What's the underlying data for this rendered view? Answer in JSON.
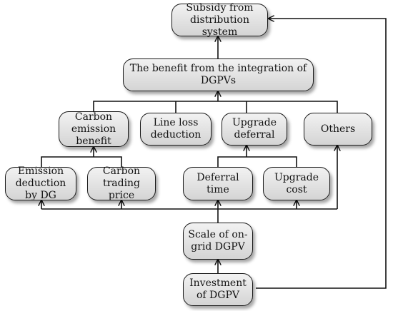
{
  "nodes": {
    "subsidy": "Subsidy from\ndistribution\nsystem",
    "benefit": "The benefit from the integration of\nDGPVs",
    "carbon_benefit": "Carbon\nemission\nbenefit",
    "line_loss": "Line loss\ndeduction",
    "upgrade_deferral": "Upgrade\ndeferral",
    "others": "Others",
    "emission_deduction": "Emission\ndeduction\nby DG",
    "carbon_price": "Carbon\ntrading\nprice",
    "deferral_time": "Deferral\ntime",
    "upgrade_cost": "Upgrade\ncost",
    "scale": "Scale of on-\ngrid DGPV",
    "investment": "Investment\nof DGPV"
  }
}
